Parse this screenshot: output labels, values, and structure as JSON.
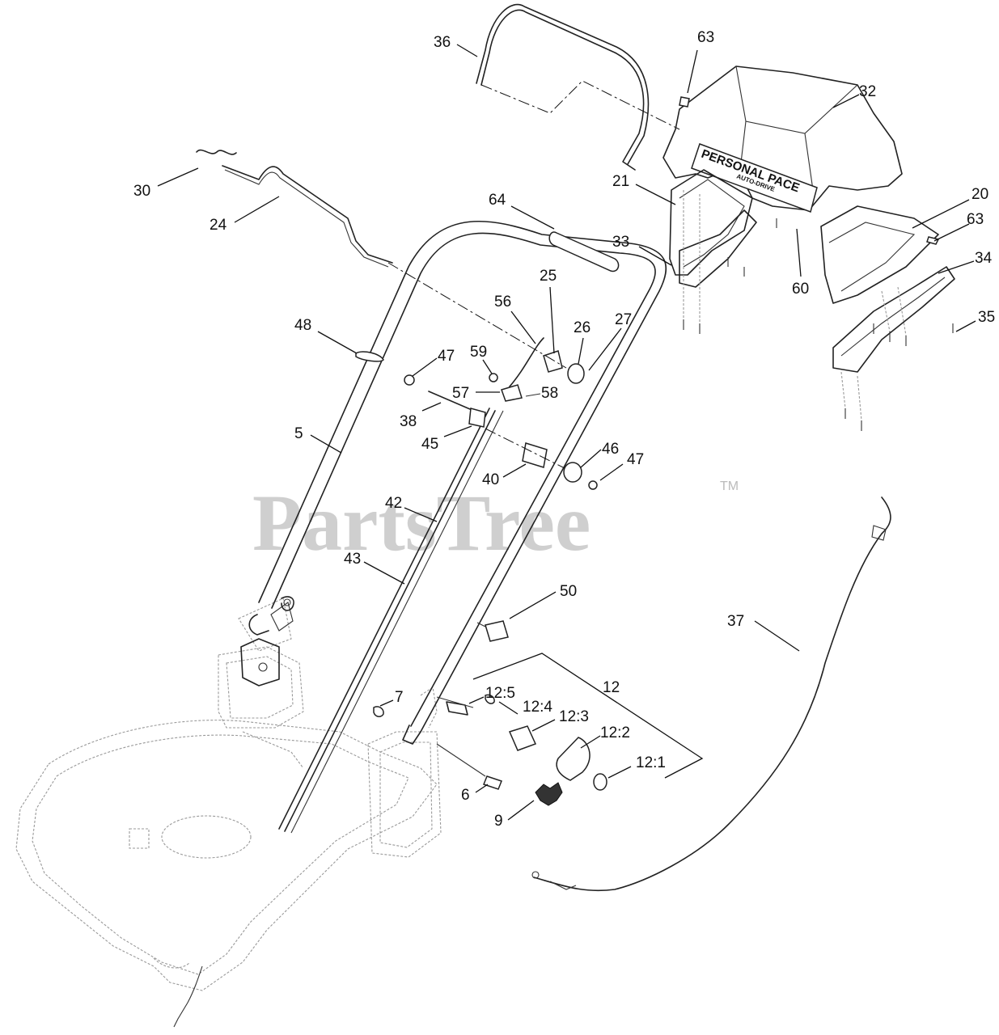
{
  "watermark": {
    "text": "PartsTree",
    "trademark": "TM"
  },
  "decal": {
    "line1": "PERSONAL PACE",
    "line2": "AUTO-DRIVE"
  },
  "callouts": [
    "36",
    "63",
    "32",
    "30",
    "24",
    "64",
    "21",
    "20",
    "63",
    "33",
    "60",
    "34",
    "25",
    "56",
    "26",
    "27",
    "35",
    "48",
    "47",
    "59",
    "57",
    "58",
    "38",
    "45",
    "5",
    "46",
    "47",
    "40",
    "42",
    "43",
    "50",
    "37",
    "12",
    "12:5",
    "7",
    "12:4",
    "12:3",
    "12:2",
    "12:1",
    "6",
    "9"
  ]
}
